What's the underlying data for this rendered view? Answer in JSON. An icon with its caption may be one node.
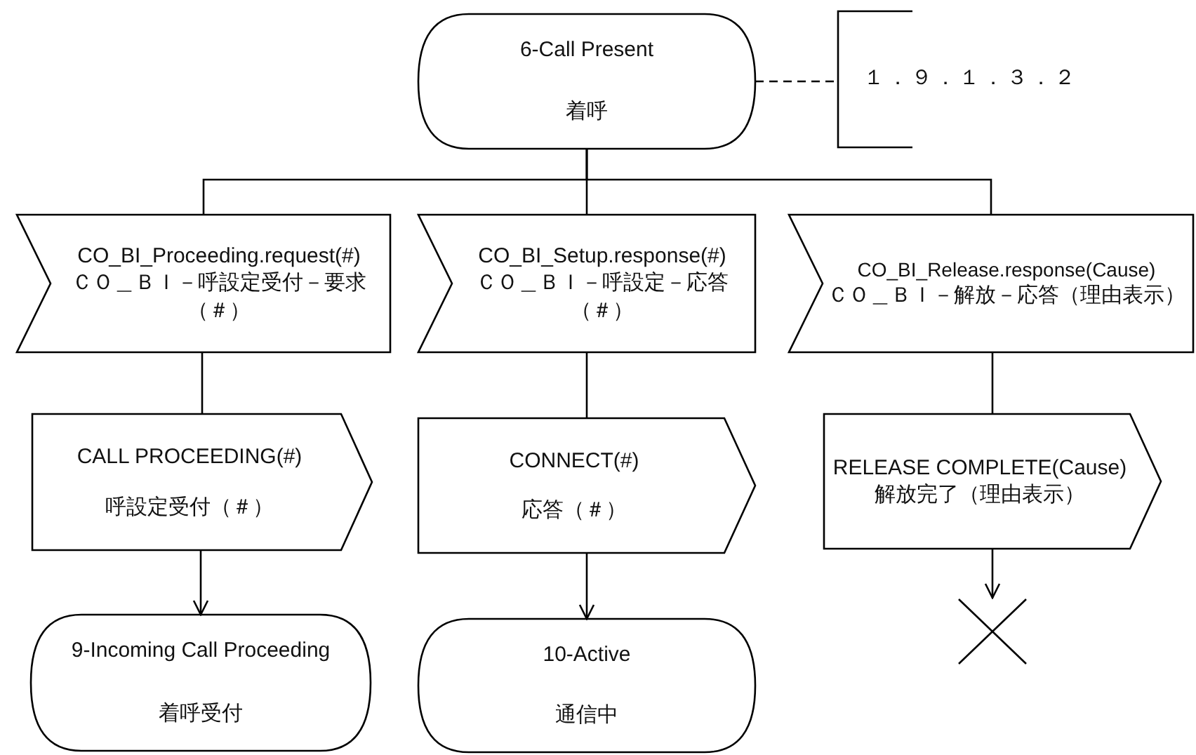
{
  "diagram": {
    "nodes": [
      {
        "text": [
          "6-Call Present",
          "着呼"
        ]
      },
      {
        "text": [
          "１．９．１．３．２"
        ]
      },
      {
        "text": [
          "CO_BI_Proceeding.request(#)",
          "ＣＯ＿ＢＩ－呼設定受付－要求（＃）"
        ]
      },
      {
        "text": [
          "CO_BI_Setup.response(#)",
          "ＣＯ＿ＢＩ－呼設定－応答（＃）"
        ]
      },
      {
        "text": [
          "CO_BI_Release.response(Cause)",
          "ＣＯ＿ＢＩ－解放－応答（理由表示）"
        ]
      },
      {
        "text": [
          "CALL PROCEEDING(#)",
          "呼設定受付（＃）"
        ]
      },
      {
        "text": [
          "CONNECT(#)",
          "応答（＃）"
        ]
      },
      {
        "text": [
          "RELEASE COMPLETE(Cause)",
          "解放完了（理由表示）"
        ]
      },
      {
        "text": [
          "9-Incoming Call Proceeding",
          "着呼受付"
        ]
      },
      {
        "text": [
          "10-Active",
          "通信中"
        ]
      },
      {
        "text": [],
        "shape": "cross"
      }
    ],
    "edges": [
      {
        "from": 0,
        "to": 1,
        "arrow": "none",
        "style": "dashed"
      },
      {
        "from": 0,
        "to": 2,
        "arrow": "none"
      },
      {
        "from": 0,
        "to": 3,
        "arrow": "none"
      },
      {
        "from": 0,
        "to": 4,
        "arrow": "none"
      },
      {
        "from": 2,
        "to": 5,
        "arrow": "none"
      },
      {
        "from": 3,
        "to": 6,
        "arrow": "none"
      },
      {
        "from": 4,
        "to": 7,
        "arrow": "none"
      },
      {
        "from": 5,
        "to": 8,
        "arrow": "to"
      },
      {
        "from": 6,
        "to": 9,
        "arrow": "to"
      },
      {
        "from": 7,
        "to": 10,
        "arrow": "to"
      }
    ]
  }
}
